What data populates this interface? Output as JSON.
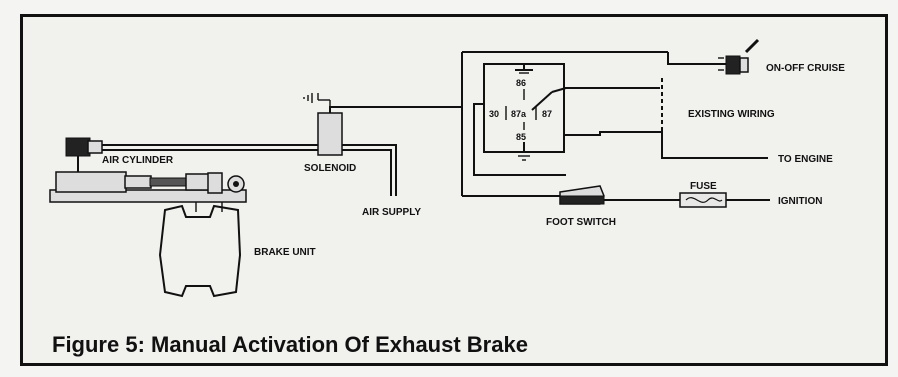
{
  "labels": {
    "air_cylinder": "AIR CYLINDER",
    "solenoid": "SOLENOID",
    "air_supply": "AIR SUPPLY",
    "brake_unit": "BRAKE UNIT",
    "on_off_cruise": "ON-OFF CRUISE",
    "existing_wiring": "EXISTING WIRING",
    "to_engine": "TO ENGINE",
    "foot_switch": "FOOT SWITCH",
    "fuse": "FUSE",
    "ignition": "IGNITION"
  },
  "relay_pins": {
    "p86": "86",
    "p30": "30",
    "p87a": "87a",
    "p87": "87",
    "p85": "85"
  },
  "caption": "Figure 5: Manual Activation Of Exhaust Brake"
}
